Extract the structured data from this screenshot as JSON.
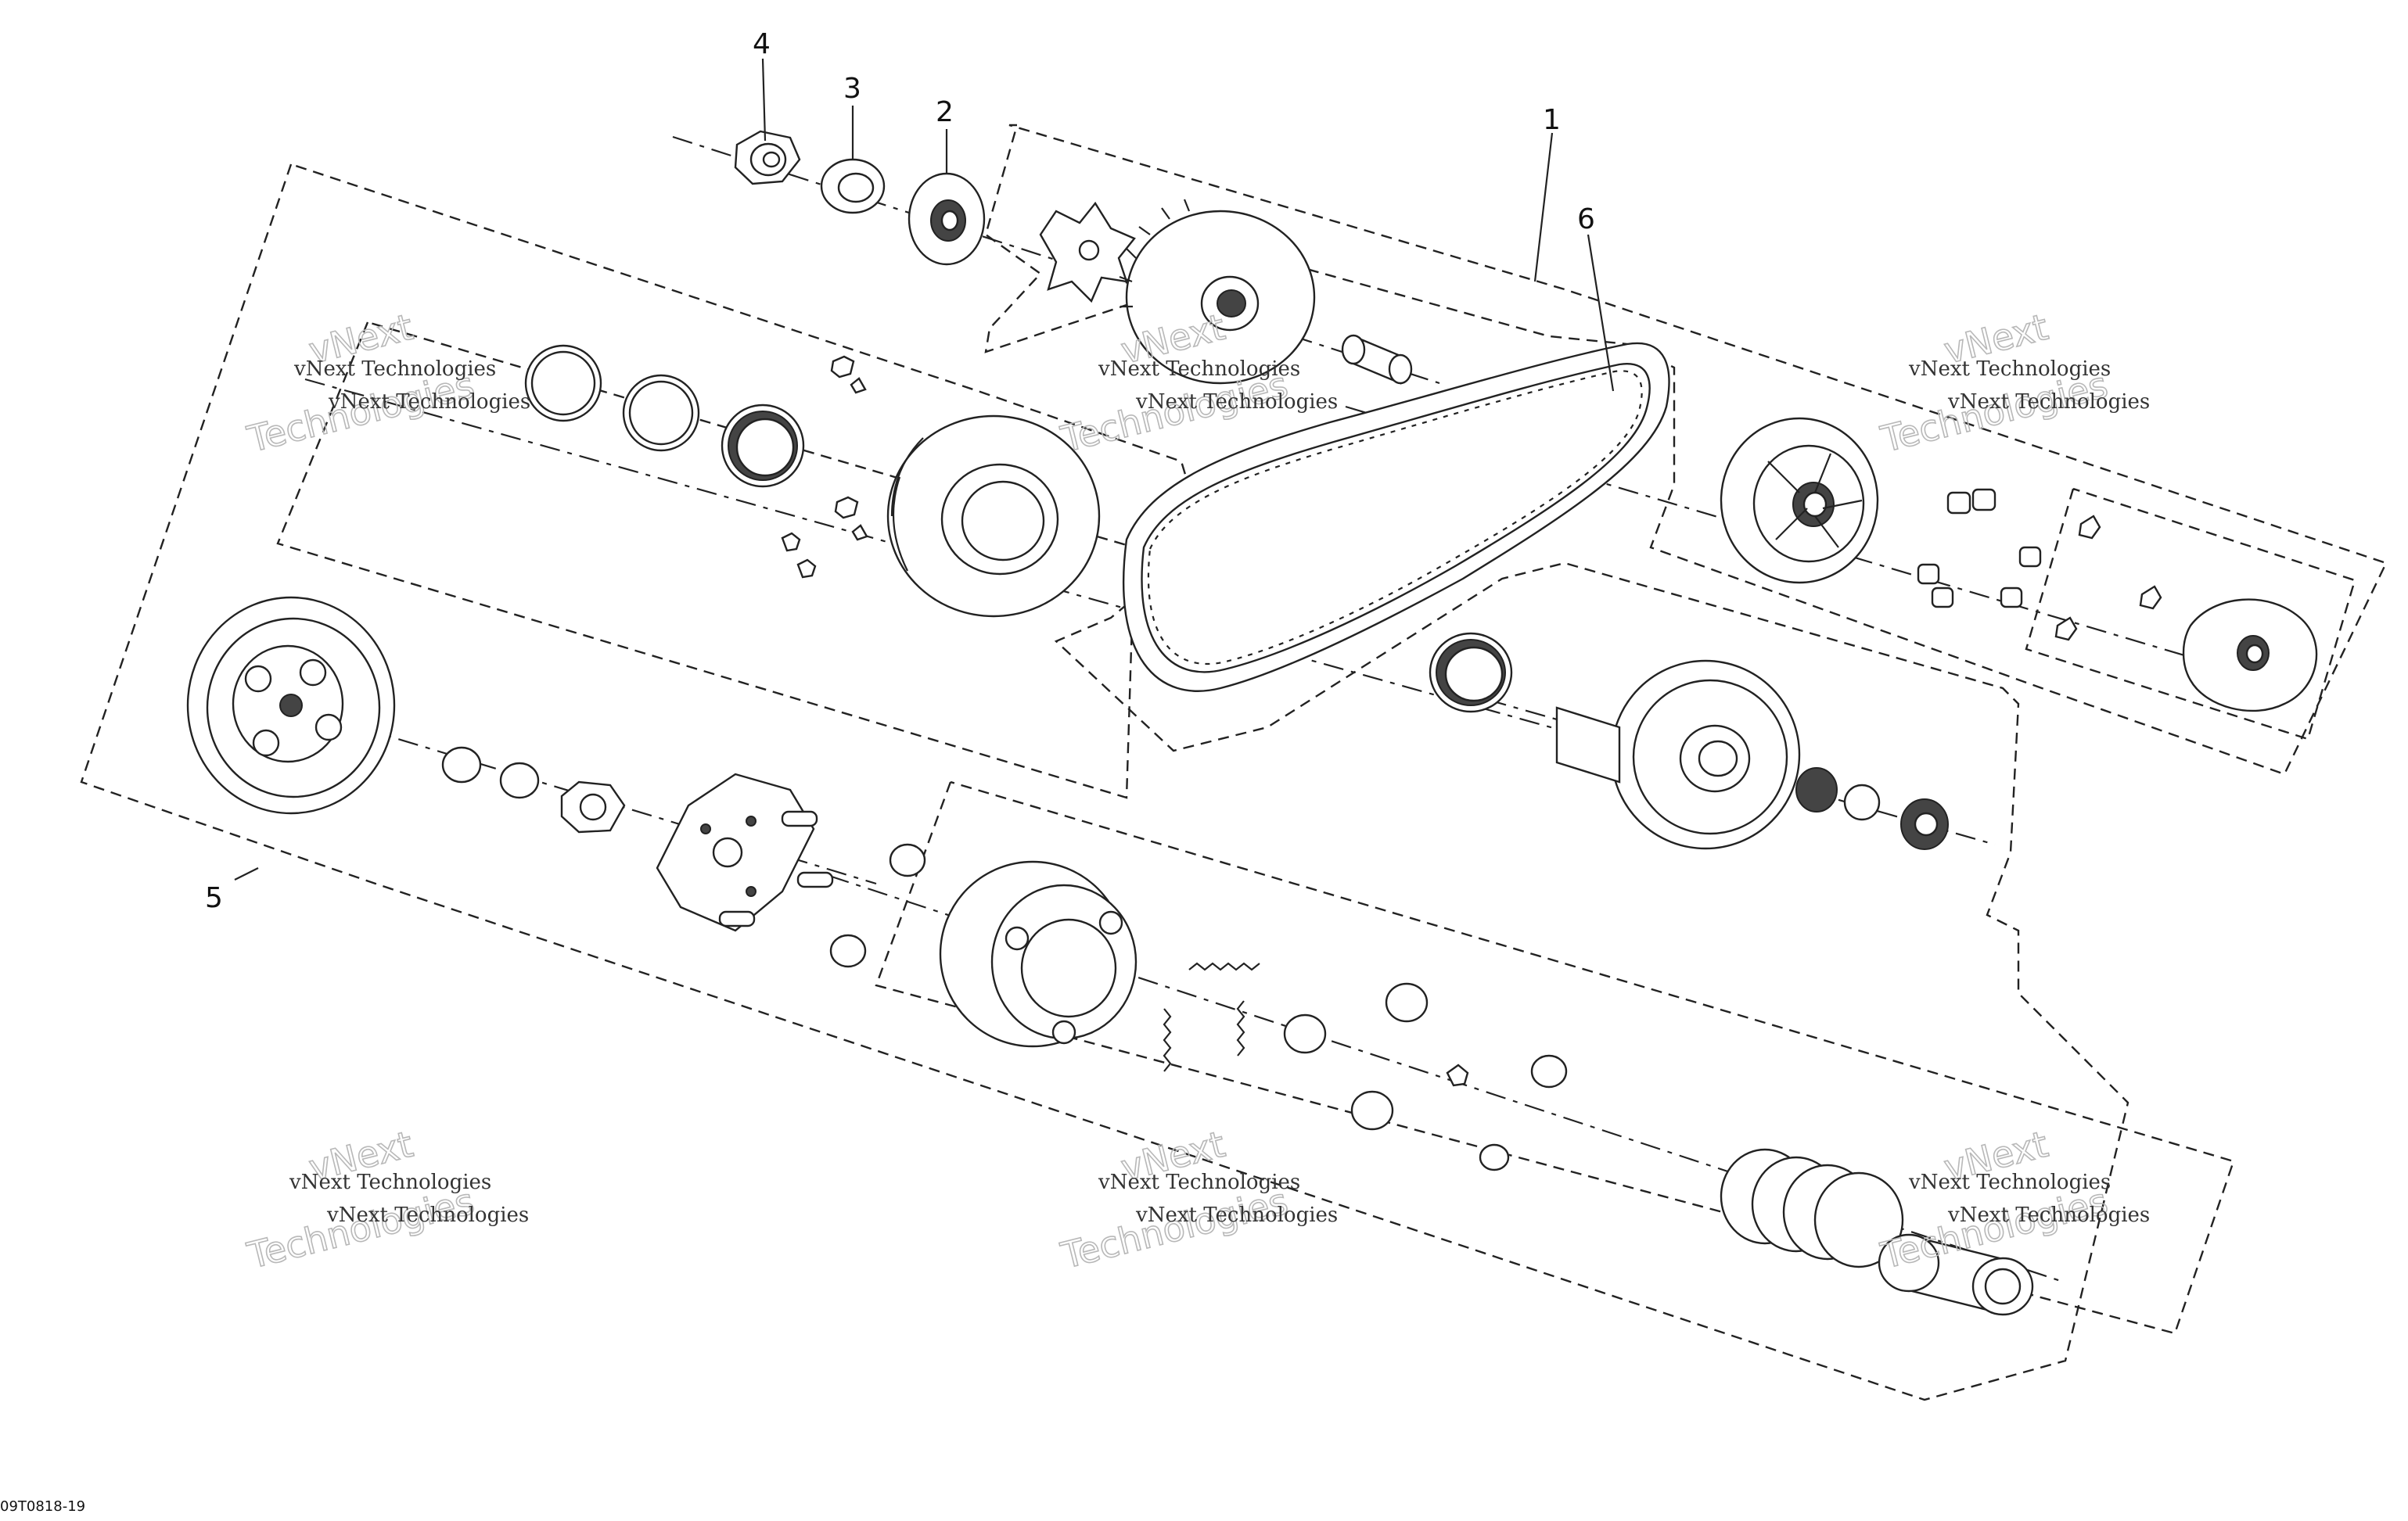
{
  "callouts": [
    "1",
    "2",
    "3",
    "4",
    "5",
    "6"
  ],
  "drawing_number": "09T0818-19",
  "watermark": {
    "line1": "vNext Technologies",
    "big_a": "vNext",
    "big_b": "Technologies"
  }
}
